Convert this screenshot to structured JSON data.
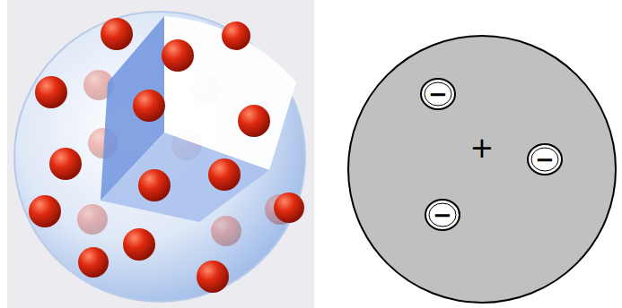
{
  "diagram": {
    "nodes": [
      {
        "text": [
          "+"
        ]
      },
      {
        "text": [
          "−"
        ],
        "in": 0
      },
      {
        "text": [
          "−"
        ],
        "in": 0
      },
      {
        "text": [
          "−"
        ],
        "in": 0
      }
    ]
  }
}
